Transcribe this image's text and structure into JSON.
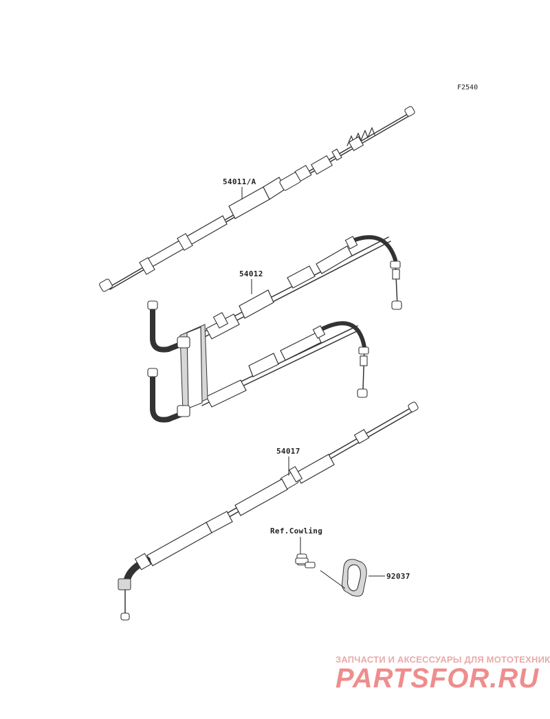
{
  "figure_code": "F2540",
  "callouts": {
    "throttle_cable_a": "54011/A",
    "throttle_cable_b": "54012",
    "clutch_cable": "54017",
    "ref_cowling": "Ref.Cowling",
    "clamp": "92037"
  },
  "watermark": {
    "tagline": "ЗАПЧАСТИ И АКСЕССУАРЫ ДЛЯ МОТОТЕХНИКИ",
    "logo": "PARTSFOR.RU"
  }
}
